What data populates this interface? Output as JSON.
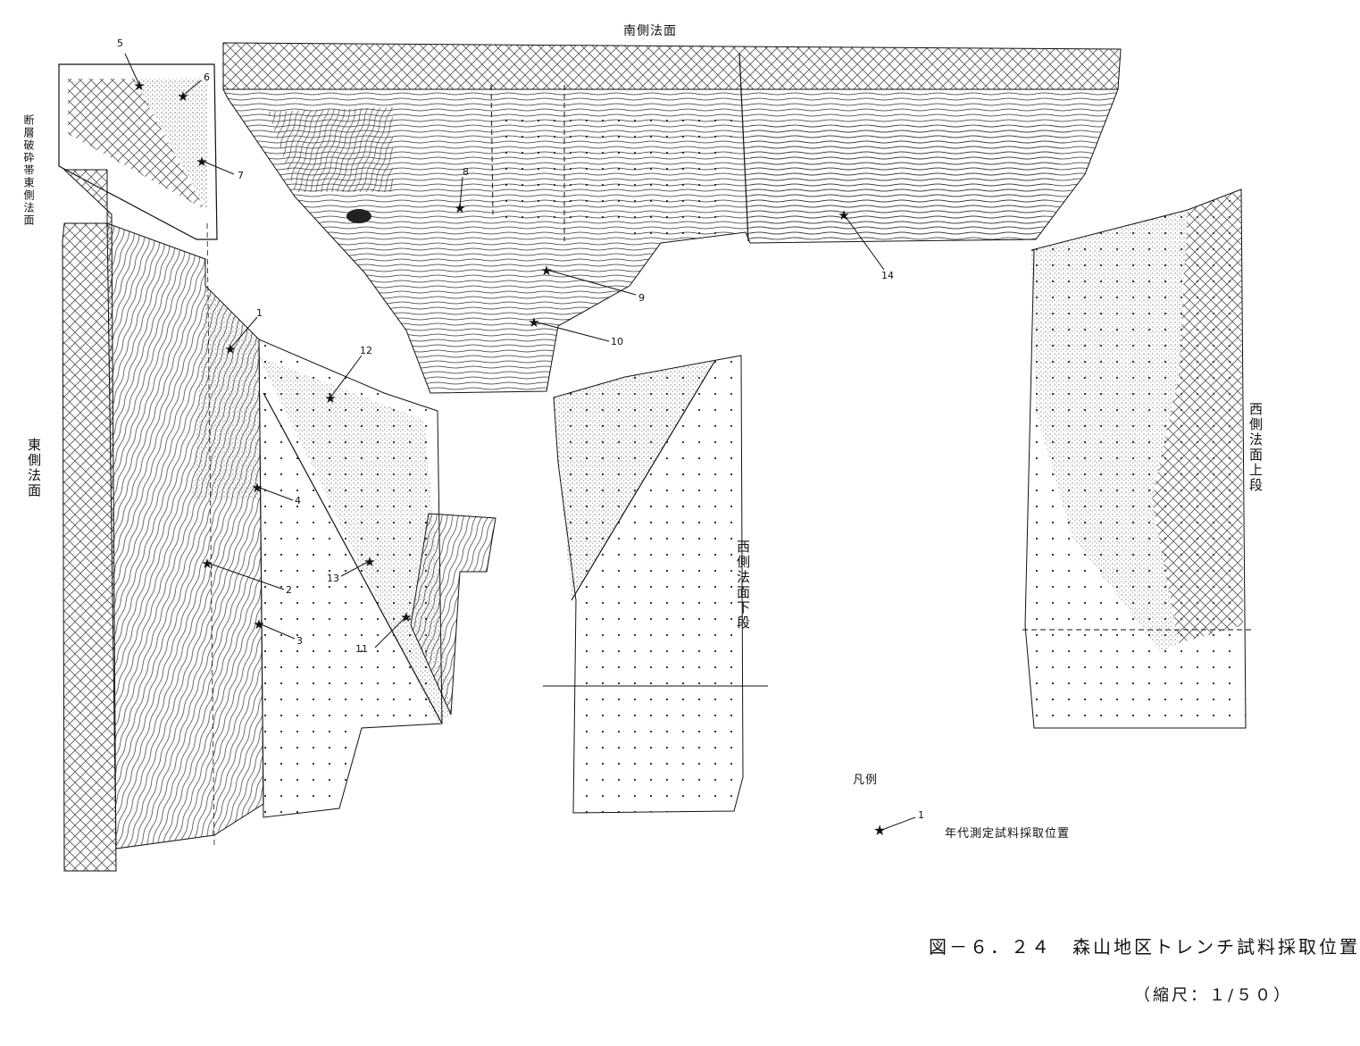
{
  "labels": {
    "south_face": "南側法面",
    "east_face": "東側法面",
    "fault_zone": "断層破砕帯東側法面",
    "west_upper": "西側法面上段",
    "west_lower": "西側法面下段"
  },
  "legend": {
    "title": "凡例",
    "symbol": "★",
    "index": "1",
    "description": "年代測定試料採取位置"
  },
  "caption": {
    "title": "図－６．２４　森山地区トレンチ試料採取位置",
    "scale": "（縮尺：１/５０）"
  },
  "samples": [
    {
      "id": "1"
    },
    {
      "id": "2"
    },
    {
      "id": "3"
    },
    {
      "id": "4"
    },
    {
      "id": "5"
    },
    {
      "id": "6"
    },
    {
      "id": "7"
    },
    {
      "id": "8"
    },
    {
      "id": "9"
    },
    {
      "id": "10"
    },
    {
      "id": "11"
    },
    {
      "id": "12"
    },
    {
      "id": "13"
    },
    {
      "id": "14"
    }
  ],
  "colors": {
    "ink": "#111111",
    "paper": "#ffffff",
    "hatch": "#555555",
    "dots": "#222222"
  }
}
